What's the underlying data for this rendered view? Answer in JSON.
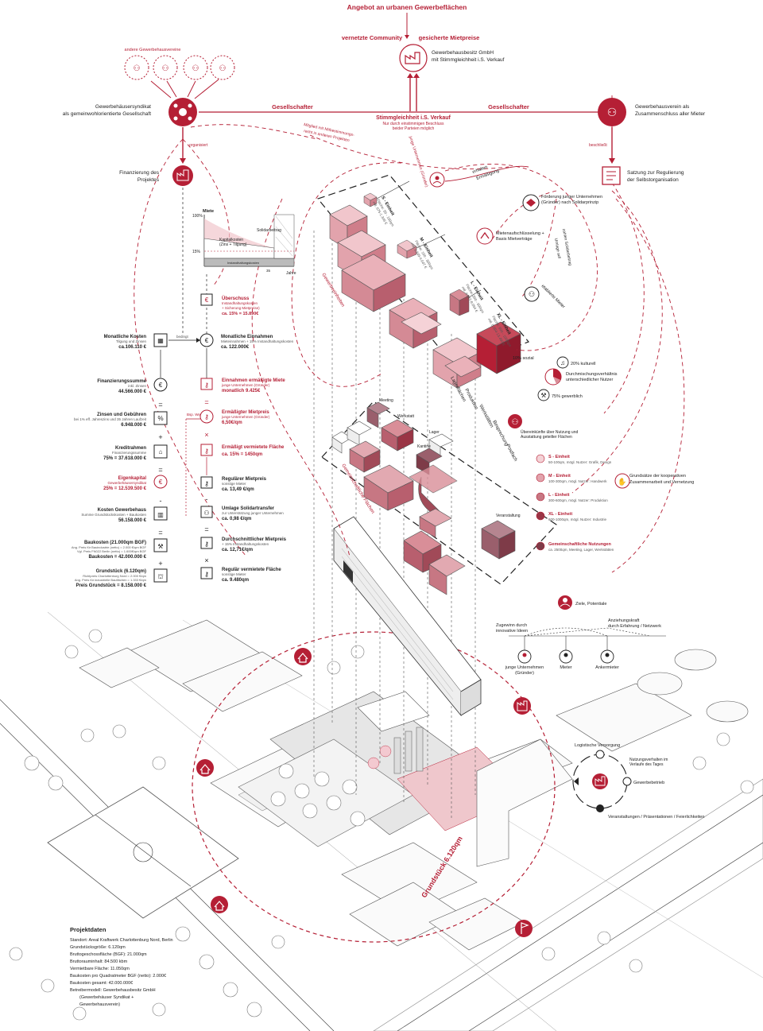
{
  "header": {
    "title": "Angebot an urbanen Gewerbeflächen",
    "left_sub": "vernetzte Community",
    "right_sub": "gesicherte Mietpreise",
    "owner_line1": "Gewerbehausbesitz GmbH",
    "owner_line2": "mit Stimmgleichheit i.S. Verkauf"
  },
  "actors": {
    "left_top": "andere Gewerbehausvereine",
    "left_title1": "Gewerbehäusersyndikat",
    "left_title2": "als gemeinwohlorientierte Gesellschaft",
    "right_title1": "Gewerbehausverein als",
    "right_title2": "Zusammenschluss aller Mieter",
    "gesellschafter_left": "Gesellschafter",
    "gesellschafter_right": "Gesellschafter",
    "stimm_title": "Stimmgleichheit i.S. Verkauf",
    "stimm_sub1": "Nur durch einstimmigen Beschluss",
    "stimm_sub2": "beider Parteien möglich",
    "mitglied1": "Mitglied mit Mitbestimmungs-",
    "mitglied2": "recht in anderen Projekten",
    "organisiert": "organisiert",
    "beschliesst": "beschließt"
  },
  "satzung": {
    "line1": "Satzung zur Regulierung",
    "line2": "der Selbstorganisation",
    "foerderung1": "Förderung junger Unternehmen",
    "foerderung2": "(Gründer) nach Solidarprinzip",
    "mieten1": "Mietenaufschlüsselung +",
    "mieten2": "Basis Mietverträge",
    "erhalten": "erhalten",
    "ermaessigung": "Ermäßigung",
    "solidar": "zahlen Solidarbeitrag",
    "umlage": "Umlage auf",
    "junge": "junge Unternehmen (Gründer)",
    "etablierte": "etablierte Mieter"
  },
  "finance": {
    "finanzierung1": "Finanzierung des",
    "finanzierung2": "Projektes",
    "chart_miete": "Miete",
    "chart_100": "100%",
    "chart_15": "15%",
    "chart_solidar": "Solidarbeitrag",
    "chart_kapital1": "Kapitalkosten",
    "chart_kapital2": "(Zins + Tilgung)",
    "chart_instand": "Instandhaltungskosten",
    "chart_35": "35",
    "chart_jahre": "Jahre",
    "ueberschuss_title": "Überschuss",
    "ueberschuss_sub1": "Instandhaltungskosten",
    "ueberschuss_sub2": "+ Sicherung Mietpreise)",
    "ueberschuss_value": "ca. 15% = 15.890€",
    "bedingt": "bedingt",
    "monatliche_kosten": "Monatliche Kosten",
    "mk_sub": "Tilgung und Zinsen",
    "mk_value": "ca.106.110 €",
    "monatliche_einnahmen": "Monatliche Einnahmen",
    "me_sub": "Mieteinnahmen + 15% Instandhaltungskosten",
    "me_value": "ca. 122.000€",
    "finanzierungssumme": "Finanzierungssumme",
    "fs_sub": "inkl. Zinsen",
    "fs_value": "44.566.000 €",
    "zinsen": "Zinsen und Gebühren",
    "z_sub": "bei 1% eff. Jahreszins und 35 Jahren Laufzeit",
    "z_value": "6.948.000 €",
    "kreditrahmen": "Kreditrahmen",
    "kr_sub": "Finanzierungssumme",
    "kr_value": "75% = 37.618.000 €",
    "eigenkapital": "Eigenkapital",
    "ek_sub": "Gewerbehäusersyndikat",
    "ek_value": "25% = 12.539.500 €",
    "kosten_gewerbehaus": "Kosten Gewerbehaus",
    "kg_sub": "Summe Grundstückskosten + Baukosten",
    "kg_value": "56.158.000 €",
    "baukosten": "Baukosten (21.000qm BGF)",
    "bk_sub1": "Ang. Preis für Bauindustrie (netto) = 2.000 €/qm BGF",
    "bk_sub2": "Vgl. Preis FN022 Berlin (netto) = 1.600€/qm BGF",
    "bk_value": "Baukosten = 42.000.000 €",
    "grundstueck": "Grundstück (6.120qm)",
    "gs_sub1": "Richtpreis Charlottenburg Nord = 2.000 €/qm",
    "gs_sub2": "Ang. Preis für industrielle Bauflächen = 1.333 €/qm",
    "gs_value": "Preis Grundstück = 8.158.000 €"
  },
  "rents": {
    "einnahmen_title": "Einnahmen ermäßigte Miete",
    "einnahmen_sub": "junge Unternehmen (Gründer)",
    "einnahmen_value": "monatlich 9.425€",
    "erm_miet_title": "Ermäßigter Mietpreis",
    "erm_miet_sub": "junge Unternehmen (Gründer)",
    "erm_miet_value": "6,50€/qm",
    "erm_flaeche_title": "Ermäßigt vermietete Fläche",
    "erm_flaeche_value": "ca. 15% = 1450qm",
    "bsp_wert": "Bsp. Wert",
    "regulaer_miet_title": "Regulärer Mietpreis",
    "regulaer_miet_sub": "sonstige Mieter",
    "regulaer_miet_value": "ca. 13,49 €/qm",
    "umlage_title": "Umlage Solidartransfer",
    "umlage_sub": "zur Unterstützung junger Unternehmen",
    "umlage_value": "ca. 0,98 €/qm",
    "durch_title": "Durchschnittlicher Mietpreis",
    "durch_sub": "+ 15% Instandhaltungskosten",
    "durch_value": "ca. 12,71€/qm",
    "reg_flaeche_title": "Regulär vermietete Fläche",
    "reg_flaeche_sub": "sonstige Mieter",
    "reg_flaeche_value": "ca. 9.480qm"
  },
  "units": {
    "s_title": "S - Einheit",
    "s_sub1": "Fläche: 50 - 100qm",
    "s_sub2": "mtl. 675-1.349 €",
    "m_title": "M - Einheit",
    "m_sub1": "Fläche: 100 - 300qm",
    "m_sub2": "mtl. 1.349-4.047 €",
    "l_title": "L - Einheit",
    "l_sub1": "Fläche: 300 - 600qm",
    "l_sub2": "mtl. 4.047-8.094 €",
    "xl_title": "XL - Einheit",
    "xl_sub1": "Fläche: 600 - 1000qm",
    "xl_sub2": "mtl. 8.094-13.490 €",
    "shared_1": "Meeting",
    "shared_2": "Werkstatt",
    "shared_3": "Lager",
    "shared_4": "Kantine",
    "shared_5": "Veranstaltung",
    "side_label": "Gewerbeeinheiten",
    "shared_side_label": "Gemeinschaftliche Flächen",
    "labels_vertical": [
      "Lagerflächen",
      "Produktion",
      "Werkstätten",
      "Besprechung",
      "Postfach"
    ]
  },
  "mix": {
    "cultural": "20% kulturell",
    "mix1": "Durchmischungsverhältnis",
    "mix2": "unterschiedlicher Nutzer",
    "commercial": "75% gewerblich",
    "social": "10% sozial"
  },
  "legend": {
    "intro1": "Übereinkünfte über Nutzung und",
    "intro2": "Ausstattung geteilter Flächen",
    "s_title": "S - Einheit",
    "s_text": "50-100qm, mögl. Nutzer: Grafik, Design",
    "m_title": "M - Einheit",
    "m_text": "100-300qm, mögl. Nutzer: Handwerk",
    "l_title": "L - Einheit",
    "l_text": "300-600qm, mögl. Nutzer: Produktion",
    "xl_title": "XL - Einheit",
    "xl_text": "600-1000qm, mögl. Nutzer: Industrie",
    "g_title": "Gemeinschaftliche Nutzungen",
    "g_text": "ca. 2500qm, Meeting, Lager, Werkstätten",
    "kooperation1": "Grundsätze der kooperativen",
    "kooperation2": "Zusammenarbeit und Vernetzung",
    "ziele": "Ziele, Potentiale"
  },
  "network": {
    "left1": "Zugewinn durch",
    "left2": "innovative Ideen",
    "right1": "Anziehungskraft",
    "right2": "durch Erfahrung / Netzwerk",
    "p1": "junge Unternehmen",
    "p1b": "(Gründer)",
    "p2": "Mieter",
    "p3": "Ankermieter"
  },
  "logistics": {
    "title": "Logistische Versorgung",
    "sub1": "Nutzungsverhalten im",
    "sub2": "Verlaufe des Tages",
    "gewerbe": "Gewerbebetrieb",
    "events": "Veranstaltungen / Präsentationen / Feierlichkeiten"
  },
  "site": {
    "plot_label": "Grundstück 6.120qm"
  },
  "project": {
    "title": "Projektdaten",
    "lines": [
      "Standort: Areal Kraftwerk Charlottenburg Nord, Berlin",
      "Grundstücksgröße: 6.120qm",
      "Bruttogeschossfläche (BGF): 21.000qm",
      "Bruttorauminhalt: 84.500 kbm",
      "Vermietbare Fläche: 11.050qm",
      "Baukosten pro Quadratmeter BGF (netto): 2.000€",
      "Baukosten gesamt: 42.000.000€",
      "Betreibermodell: Gewerbehausbesitz GmbH",
      "(Gewerbehäuser Syndikat +",
      "Gewerbehausverein)"
    ]
  },
  "colors": {
    "accent": "#b51f35",
    "pink_light": "#efc7cc",
    "pink_mid": "#d98e98",
    "red_dark": "#9a3545"
  }
}
